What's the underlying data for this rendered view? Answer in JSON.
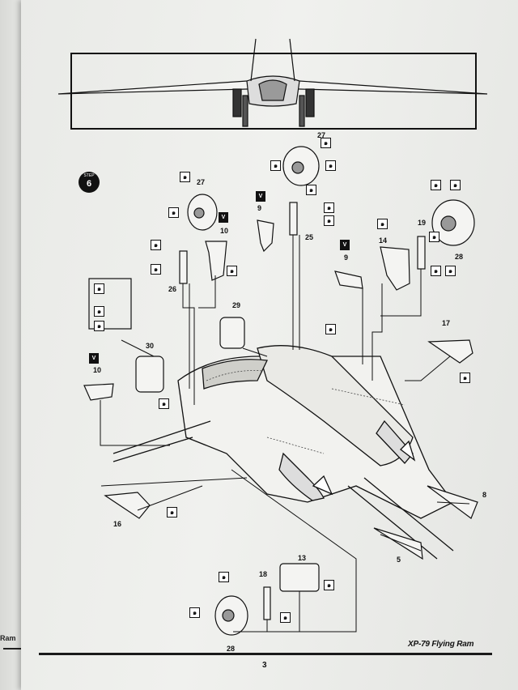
{
  "previous_page": {
    "edge_text": "Ram"
  },
  "step": {
    "label": "STEP",
    "number": "6"
  },
  "footer": {
    "model_name": "XP-79 Flying Ram",
    "page_number": "3"
  },
  "icons": {
    "glue": "glue-tube-icon",
    "paint": "paint-can-icon",
    "glue_symbol": "๑",
    "paint_symbol": "V"
  },
  "callouts": {
    "p27a": "27",
    "p27b": "27",
    "p9a": "9",
    "p25": "25",
    "p10a": "10",
    "p26": "26",
    "p19": "19",
    "p28a": "28",
    "p14": "14",
    "p9b": "9",
    "p29": "29",
    "p17": "17",
    "p30": "30",
    "p10b": "10",
    "p16": "16",
    "p8": "8",
    "p5": "5",
    "p13": "13",
    "p18": "18",
    "p28b": "28"
  },
  "colors": {
    "paper": "#eceeeb",
    "ink": "#111111",
    "background": "#8e8c8a"
  }
}
